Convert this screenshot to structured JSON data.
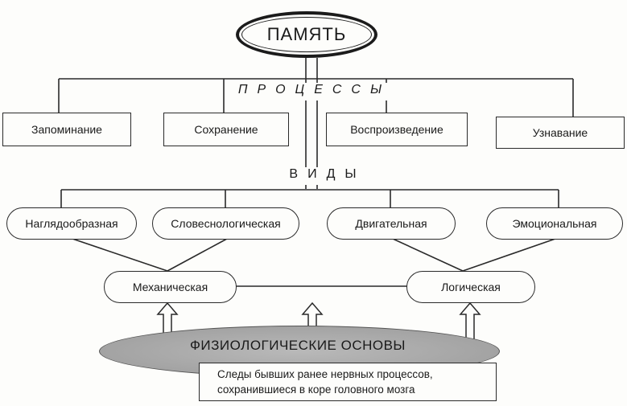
{
  "diagram": {
    "title": "ПАМЯТЬ",
    "processes_label": "ПРОЦЕССЫ",
    "processes": [
      "Запоминание",
      "Сохранение",
      "Воспроизведение",
      "Узнавание"
    ],
    "types_label": "ВИДЫ",
    "types": [
      "Наглядообразная",
      "Словеснологическая",
      "Двигательная",
      "Эмоциональная"
    ],
    "memory_kinds": [
      "Механическая",
      "Логическая"
    ],
    "basis_title": "ФИЗИОЛОГИЧЕСКИЕ ОСНОВЫ",
    "basis_note": [
      "Следы бывших ранее нервных процессов,",
      "сохранившиеся в коре головного мозга"
    ]
  }
}
